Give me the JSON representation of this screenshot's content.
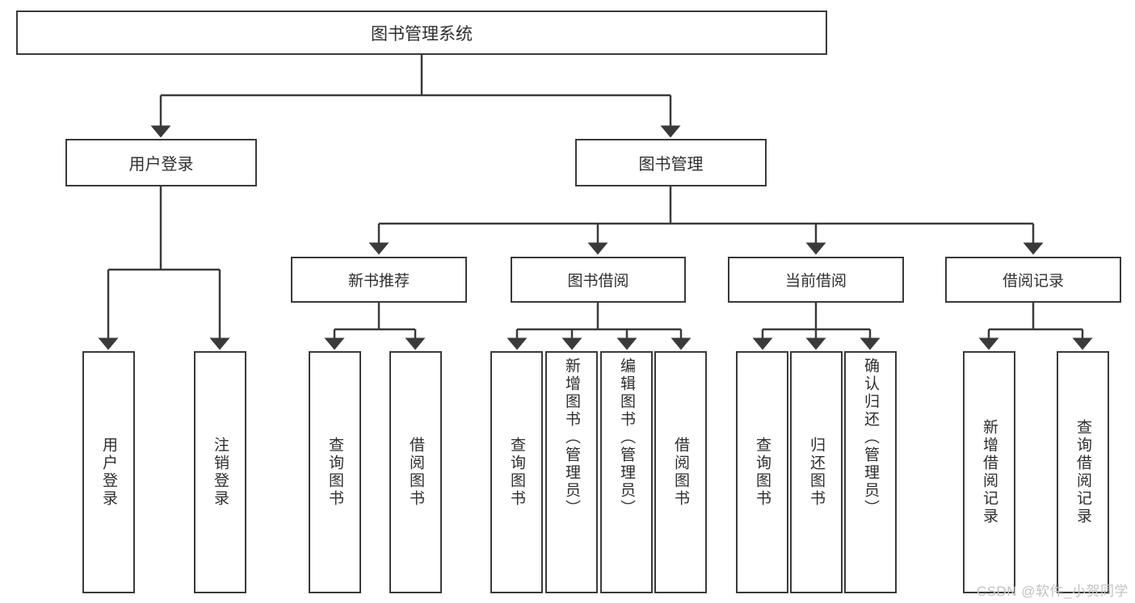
{
  "diagram": {
    "title_node": {
      "label": "图书管理系统"
    },
    "level2": [
      {
        "label": "用户登录"
      },
      {
        "label": "图书管理"
      }
    ],
    "level3": [
      {
        "label": "新书推荐"
      },
      {
        "label": "图书借阅"
      },
      {
        "label": "当前借阅"
      },
      {
        "label": "借阅记录"
      }
    ],
    "leaves": {
      "user_login": [
        {
          "label": "用户登录"
        },
        {
          "label": "注销登录"
        }
      ],
      "new_book_recommend": [
        {
          "label": "查询图书"
        },
        {
          "label": "借阅图书"
        }
      ],
      "book_borrow": [
        {
          "label": "查询图书"
        },
        {
          "label": "新增图书（管理员）"
        },
        {
          "label": "编辑图书（管理员）"
        },
        {
          "label": "借阅图书"
        }
      ],
      "current_borrow": [
        {
          "label": "查询图书"
        },
        {
          "label": "归还图书"
        },
        {
          "label": "确认归还（管理员）"
        }
      ],
      "borrow_record": [
        {
          "label": "新增借阅记录"
        },
        {
          "label": "查询借阅记录"
        }
      ]
    }
  },
  "watermark": {
    "text": "CSDN @软件_小贺同学"
  },
  "colors": {
    "border": "#3a3a3a",
    "text": "#2e2e2e",
    "connector": "#3a3a3a",
    "background": "#ffffff",
    "watermark": "#c2c2c2"
  }
}
